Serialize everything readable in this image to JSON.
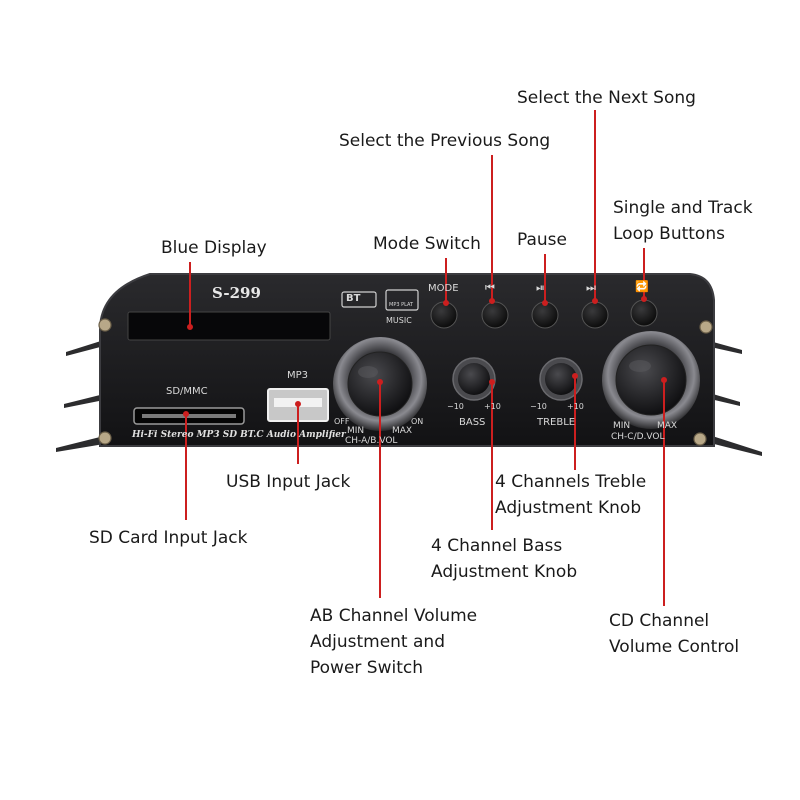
{
  "device": {
    "model": "S-299",
    "slogan": "Hi-Fi Stereo MP3 SD BT.C Audio Amplifier",
    "bt_badge": "BT",
    "mp3_badge_top": "MP3 PLAT",
    "mp3_badge_bottom": "MUSIC",
    "sd_label": "SD/MMC",
    "usb_label": "MP3",
    "buttons": {
      "mode": "MODE",
      "prev_glyph": "⏮",
      "pause_glyph": "⏯",
      "next_glyph": "⏭",
      "loop_glyph": "🔁"
    },
    "knob_ab": {
      "off": "OFF",
      "on": "ON",
      "min": "MIN",
      "max": "MAX",
      "name": "CH-A/B.VOL"
    },
    "knob_bass": {
      "minus": "−10",
      "plus": "+10",
      "name": "BASS"
    },
    "knob_treble": {
      "minus": "−10",
      "plus": "+10",
      "name": "TREBLE"
    },
    "knob_cd": {
      "min": "MIN",
      "max": "MAX",
      "name": "CH-C/D.VOL"
    }
  },
  "callouts": {
    "next_song": "Select the Next Song",
    "prev_song": "Select the Previous Song",
    "loop": [
      "Single and Track",
      "Loop Buttons"
    ],
    "blue_display": "Blue Display",
    "mode_switch": "Mode Switch",
    "pause": "Pause",
    "usb": "USB Input Jack",
    "sd": "SD Card Input Jack",
    "treble": [
      "4 Channels Treble",
      "Adjustment Knob"
    ],
    "bass": [
      "4 Channel Bass",
      "Adjustment Knob"
    ],
    "ab_volume": [
      "AB Channel Volume",
      "Adjustment and",
      "Power Switch"
    ],
    "cd_volume": [
      "CD Channel",
      "Volume Control"
    ]
  },
  "colors": {
    "pointer": "#cc1f1f",
    "chassis": "#1b1b1d",
    "display": "#0a0a0c",
    "text": "#1a1a1a"
  }
}
